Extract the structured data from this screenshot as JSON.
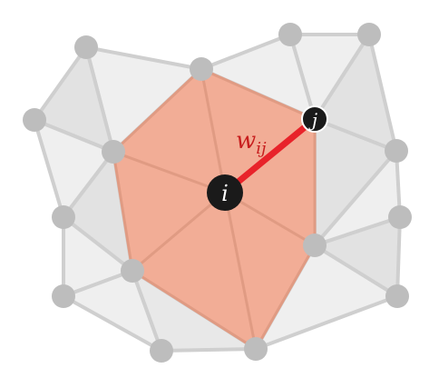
{
  "labels": {
    "center_vertex": "i",
    "neighbor_vertex": "j",
    "edge_weight": "w",
    "edge_weight_subscript": "ij"
  },
  "colors": {
    "background": "#ffffff",
    "triangle_fill_light": "#efefef",
    "triangle_fill_dark": "#e2e2e2",
    "edge_gray": "#cfcfcf",
    "vertex_gray": "#bdbdbd",
    "one_ring_fill": "#f2ad96",
    "one_ring_edge": "#e09b83",
    "highlight_edge": "#e8232a",
    "weight_label": "#c81e1e",
    "center_vertex_fill": "#1a1a1a",
    "vertex_label_text": "#ffffff"
  }
}
